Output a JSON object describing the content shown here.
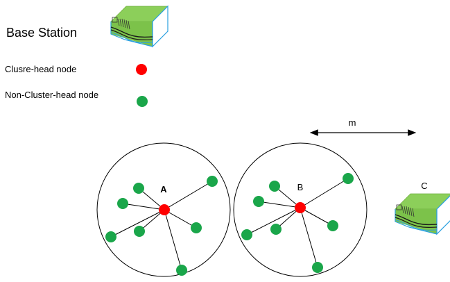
{
  "legend": {
    "base_station": "Base Station",
    "cluster_head": "Clusre-head node",
    "non_cluster_head": "Non-Cluster-head node"
  },
  "colors": {
    "cluster_head": "#ff0000",
    "non_cluster_head": "#1aa64a",
    "terrain_top": "#8ccf5a",
    "terrain_edge": "#2aa0e0"
  },
  "icons": {
    "base_station": "terrain-block-icon",
    "node_c": "terrain-block-icon"
  },
  "clusters": [
    {
      "label": "A"
    },
    {
      "label": "B"
    }
  ],
  "node_c_label": "C",
  "distance_label": "m"
}
